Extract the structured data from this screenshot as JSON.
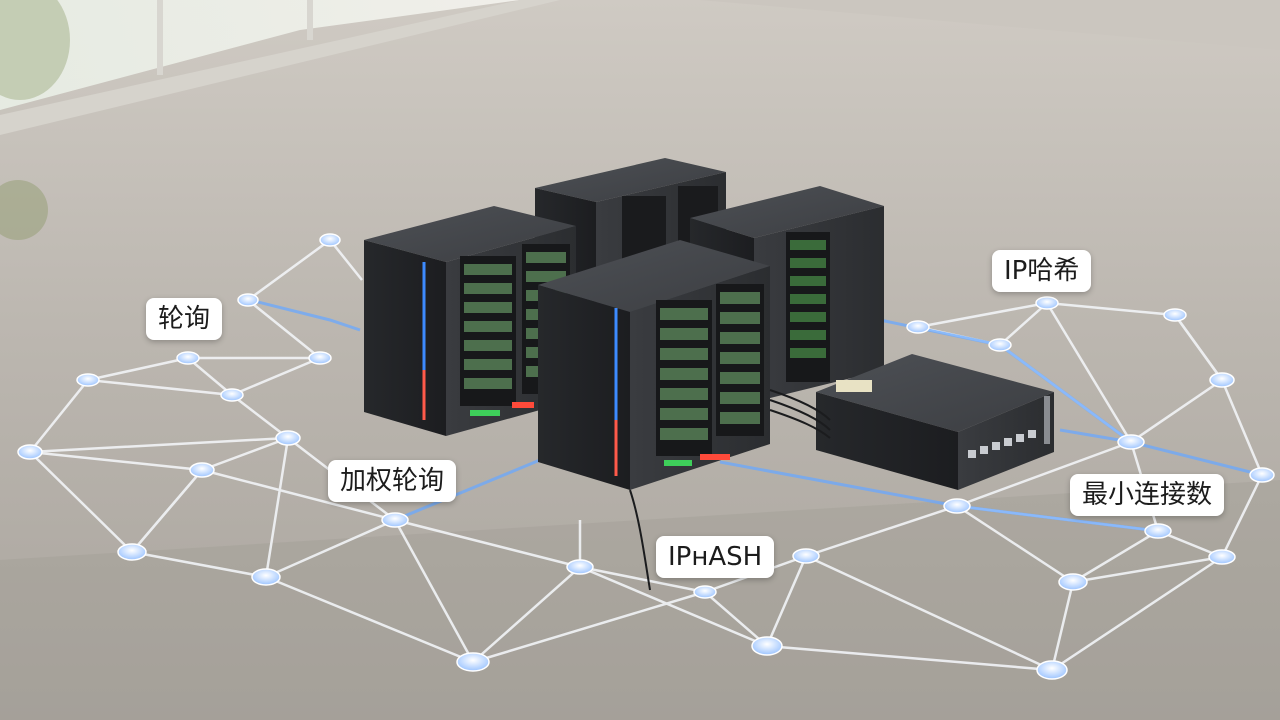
{
  "labels": {
    "round_robin": "轮询",
    "weighted_round_robin": "加权轮询",
    "ip_hash_cn": "IP哈希",
    "ip_hash_en": "IPʜASH",
    "least_connections": "最小连接数"
  },
  "colors": {
    "floor": "#b9b4ad",
    "server_body": "#2f3134",
    "node": "#e8f1ff",
    "glow_line": "#6aa8ff",
    "accent_led": "#3d8bff"
  }
}
